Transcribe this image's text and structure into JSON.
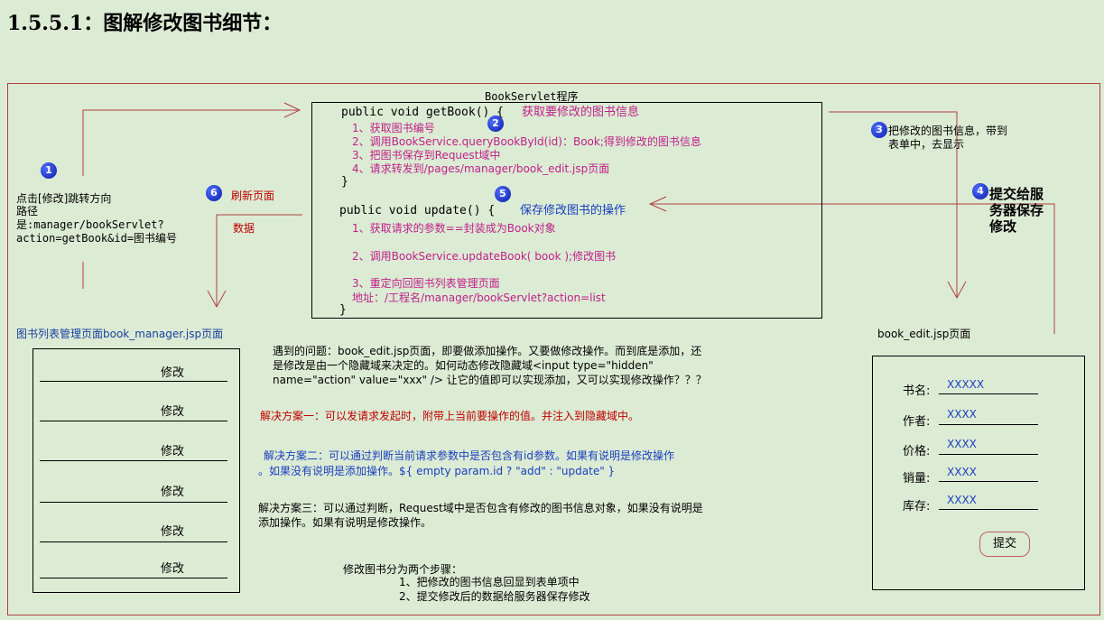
{
  "heading": "1.5.5.1：图解修改图书细节：",
  "servlet": {
    "title": "BookServlet程序",
    "getbook_sig": "public void getBook() {",
    "getbook_comment": "获取要修改的图书信息",
    "getbook_steps": [
      "1、获取图书编号",
      "2、调用BookService.queryBookById(id)：Book;得到修改的图书信息",
      "3、把图书保存到Request域中",
      "4、请求转发到/pages/manager/book_edit.jsp页面"
    ],
    "getbook_close": "}",
    "update_sig": "public void update() {",
    "update_comment": "保存修改图书的操作",
    "update_step1": "1、获取请求的参数==封装成为Book对象",
    "update_step2": "2、调用BookService.updateBook( book );修改图书",
    "update_step3": "3、重定向回图书列表管理页面",
    "update_step3_addr": "地址：/工程名/manager/bookServlet?action=list",
    "update_close": "}"
  },
  "left_note": {
    "line1": "点击[修改]跳转方向",
    "line2": "路径",
    "line3": "是:manager/bookServlet?",
    "line4": "action=getBook&id=图书编号"
  },
  "refresh_label": "刷新页面",
  "data_label": "数据",
  "step3_note": {
    "line1": "把修改的图书信息，带到",
    "line2": "表单中，去显示"
  },
  "step4_note": {
    "line1": "提交给服",
    "line2": "务器保存",
    "line3": "修改"
  },
  "badges": [
    "1",
    "2",
    "3",
    "4",
    "5",
    "6"
  ],
  "manager_page": {
    "title": "图书列表管理页面book_manager.jsp页面",
    "rows": [
      "修改",
      "修改",
      "修改",
      "修改",
      "修改",
      "修改"
    ]
  },
  "problem": {
    "line1": "遇到的问题：book_edit.jsp页面，即要做添加操作。又要做修改操作。而到底是添加，还",
    "line2": "是修改是由一个隐藏域来决定的。如何动态修改隐藏域<input type=\"hidden\"",
    "line3": "name=\"action\" value=\"xxx\" /> 让它的值即可以实现添加，又可以实现修改操作？？？"
  },
  "solution1": "解决方案一：可以发请求发起时，附带上当前要操作的值。并注入到隐藏域中。",
  "solution2": {
    "line1": "解决方案二：可以通过判断当前请求参数中是否包含有id参数。如果有说明是修改操作",
    "line2": "。如果没有说明是添加操作。${ empty param.id ? \"add\" : \"update\" }"
  },
  "solution3": {
    "line1": "解决方案三：可以通过判断，Request域中是否包含有修改的图书信息对象，如果没有说明是",
    "line2": "添加操作。如果有说明是修改操作。"
  },
  "summary": {
    "title": "修改图书分为两个步骤：",
    "step1": "1、把修改的图书信息回显到表单项中",
    "step2": "2、提交修改后的数据给服务器保存修改"
  },
  "edit_page": {
    "title": "book_edit.jsp页面",
    "fields": [
      {
        "label": "书名:",
        "value": "XXXXX"
      },
      {
        "label": "作者:",
        "value": "XXXX"
      },
      {
        "label": "价格:",
        "value": "XXXX"
      },
      {
        "label": "销量:",
        "value": "XXXX"
      },
      {
        "label": "库存:",
        "value": "XXXX"
      }
    ],
    "submit": "提交"
  },
  "colors": {
    "background": "#dcebd4",
    "arrow": "#b04040",
    "magenta": "#c0208a",
    "blue": "#1a3fc0",
    "red": "#c00000",
    "badge": "#0a1aa8"
  }
}
